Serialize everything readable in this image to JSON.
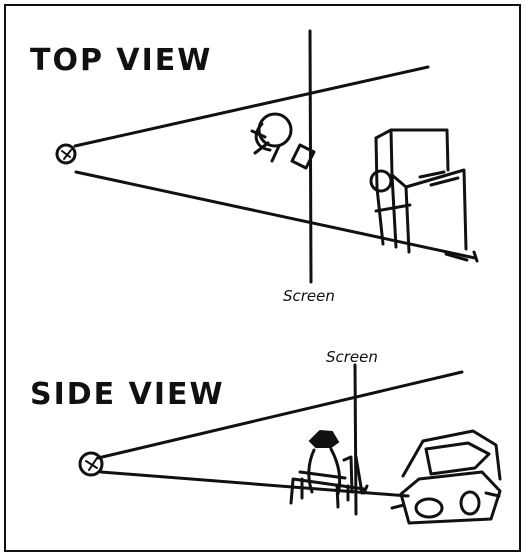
{
  "top_view": {
    "title": "TOP VIEW",
    "screen_label": "Screen"
  },
  "side_view": {
    "title": "SIDE VIEW",
    "screen_label": "Screen"
  }
}
